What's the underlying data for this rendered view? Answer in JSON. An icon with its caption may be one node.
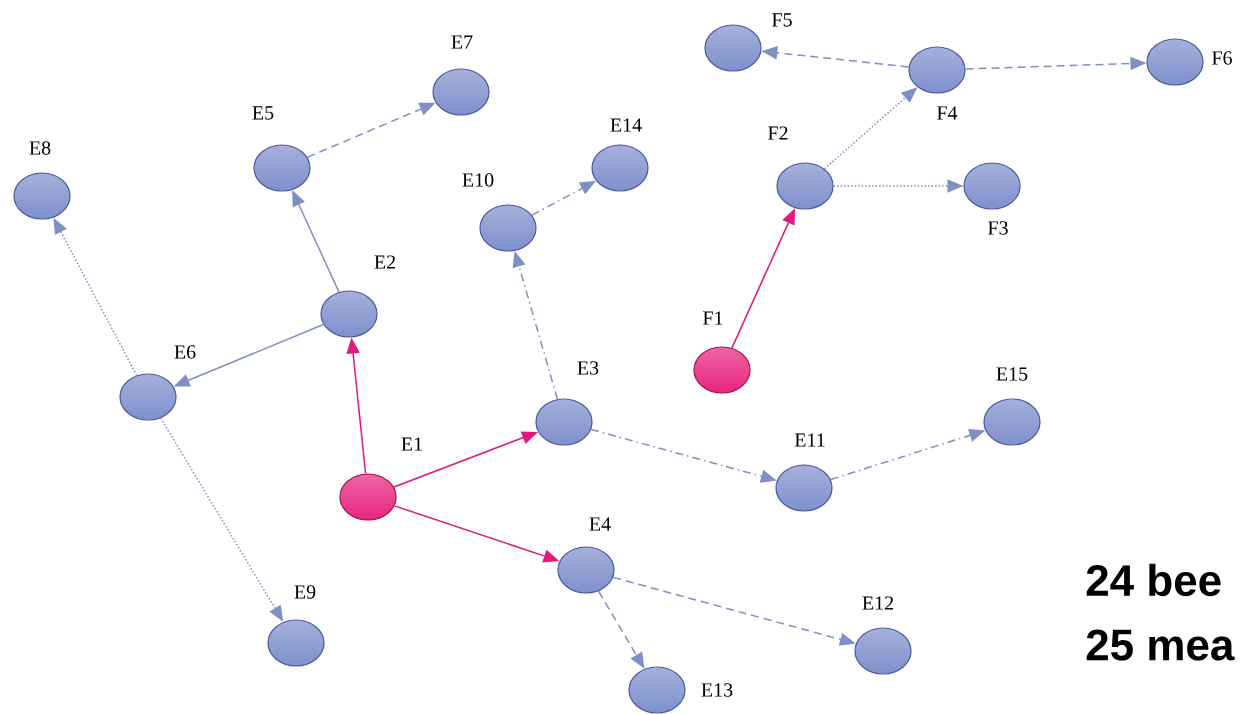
{
  "diagram": {
    "nodes": [
      {
        "text": [
          "E1"
        ]
      },
      {
        "text": [
          "E2"
        ]
      },
      {
        "text": [
          "E3"
        ]
      },
      {
        "text": [
          "E4"
        ]
      },
      {
        "text": [
          "E5"
        ]
      },
      {
        "text": [
          "E6"
        ]
      },
      {
        "text": [
          "E7"
        ]
      },
      {
        "text": [
          "E8"
        ]
      },
      {
        "text": [
          "E9"
        ]
      },
      {
        "text": [
          "E10"
        ]
      },
      {
        "text": [
          "E11"
        ]
      },
      {
        "text": [
          "E12"
        ]
      },
      {
        "text": [
          "E13"
        ]
      },
      {
        "text": [
          "E14"
        ]
      },
      {
        "text": [
          "E15"
        ]
      },
      {
        "text": [
          "F1"
        ]
      },
      {
        "text": [
          "F2"
        ]
      },
      {
        "text": [
          "F3"
        ]
      },
      {
        "text": [
          "F4"
        ]
      },
      {
        "text": [
          "F5"
        ]
      },
      {
        "text": [
          "F6"
        ]
      }
    ],
    "edges": [
      {
        "from": 0,
        "to": 1,
        "arrow": "to",
        "color": "#e0197a"
      },
      {
        "from": 0,
        "to": 2,
        "arrow": "to",
        "color": "#e0197a"
      },
      {
        "from": 0,
        "to": 3,
        "arrow": "to",
        "color": "#e0197a"
      },
      {
        "from": 1,
        "to": 4,
        "arrow": "to"
      },
      {
        "from": 1,
        "to": 5,
        "arrow": "to"
      },
      {
        "from": 4,
        "to": 6,
        "arrow": "to",
        "style": "dashed"
      },
      {
        "from": 5,
        "to": 7,
        "arrow": "to",
        "style": "dashed"
      },
      {
        "from": 5,
        "to": 8,
        "arrow": "to",
        "style": "dashed"
      },
      {
        "from": 2,
        "to": 9,
        "arrow": "to",
        "style": "dashed"
      },
      {
        "from": 9,
        "to": 13,
        "arrow": "to",
        "style": "dashed"
      },
      {
        "from": 2,
        "to": 10,
        "arrow": "to",
        "style": "dashed"
      },
      {
        "from": 10,
        "to": 14,
        "arrow": "to",
        "style": "dashed"
      },
      {
        "from": 3,
        "to": 11,
        "arrow": "to",
        "style": "dashed"
      },
      {
        "from": 3,
        "to": 12,
        "arrow": "to",
        "style": "dashed"
      },
      {
        "from": 15,
        "to": 16,
        "arrow": "to",
        "color": "#e0197a"
      },
      {
        "from": 16,
        "to": 18,
        "arrow": "to",
        "style": "dashed"
      },
      {
        "from": 16,
        "to": 17,
        "arrow": "to",
        "style": "dashed"
      },
      {
        "from": 18,
        "to": 19,
        "arrow": "to",
        "style": "dashed"
      },
      {
        "from": 18,
        "to": 20,
        "arrow": "to",
        "style": "dashed"
      }
    ],
    "labels": [
      "24 bee",
      "25 mea"
    ]
  }
}
